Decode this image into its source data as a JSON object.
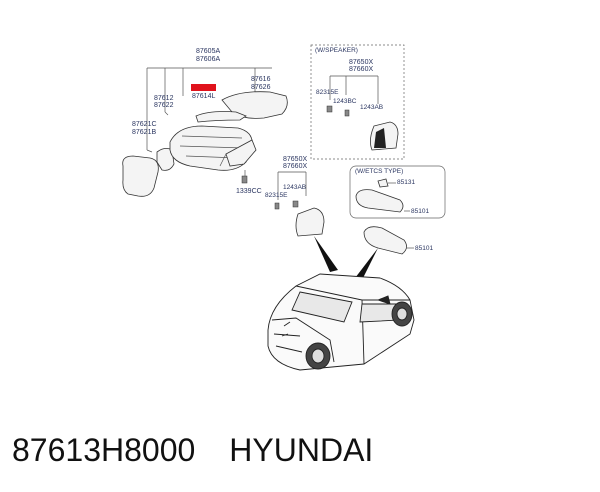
{
  "diagram": {
    "labels": {
      "l_87605": "87605A",
      "l_87606": "87606A",
      "l_87616": "87616",
      "l_87626": "87626",
      "l_87612": "87612",
      "l_87622": "87622",
      "l_87614l": "87614L",
      "l_87621c": "87621C",
      "l_87621b": "87621B",
      "l_1339cc": "1339CC",
      "l_87650x_mid": "87650X",
      "l_87660x_mid": "87660X",
      "l_82315e_mid": "82315E",
      "l_1243ab_mid": "1243AB",
      "l_speaker_title": "(W/SPEAKER)",
      "l_87650x_spk": "87650X",
      "l_87660x_spk": "87660X",
      "l_82315e_spk": "82315E",
      "l_1243bc_spk": "1243BC",
      "l_1243ab_spk": "1243AB",
      "l_etcs_title": "(W/ETCS TYPE)",
      "l_85131": "85131",
      "l_85101_etcs": "85101",
      "l_85101": "85101"
    }
  },
  "footer": {
    "part_number": "87613H8000",
    "brand": "HYUNDAI"
  }
}
